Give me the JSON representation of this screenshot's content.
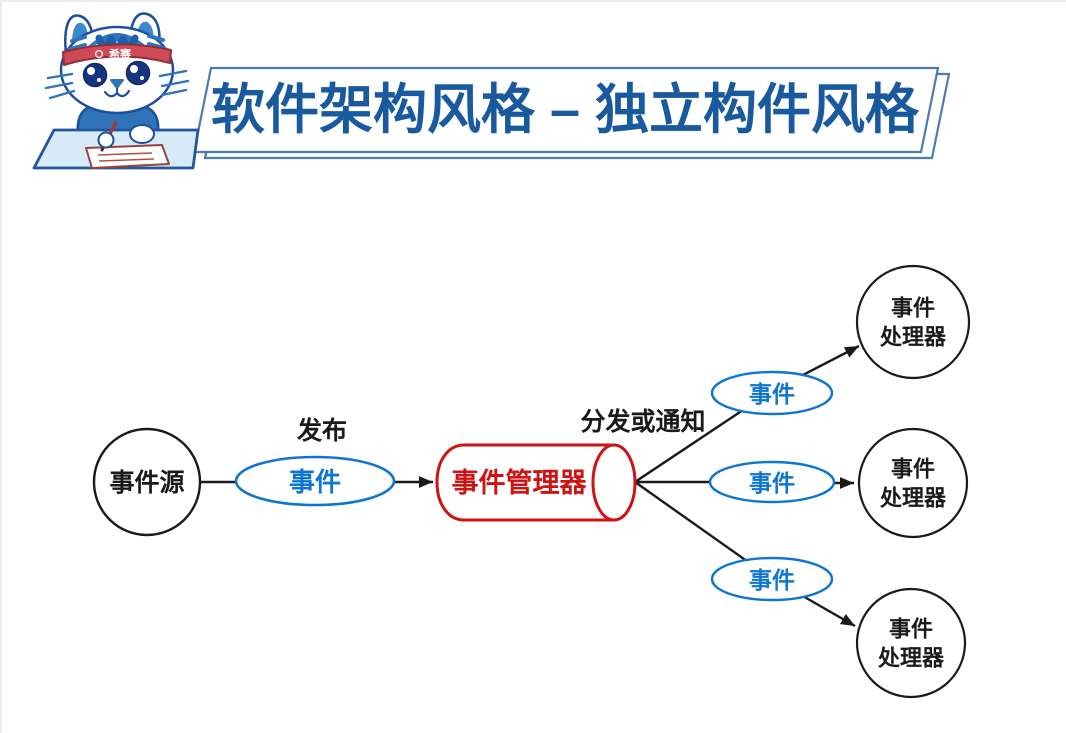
{
  "header": {
    "title": "软件架构风格 – 独立构件风格",
    "mascot": {
      "name": "xisai-cat-mascot",
      "headband_text": "希赛"
    }
  },
  "diagram": {
    "source_label": "事件源",
    "publish_label": "发布",
    "dispatch_label": "分发或通知",
    "manager_label": "事件管理器",
    "event_labels": [
      "事件",
      "事件",
      "事件",
      "事件"
    ],
    "handler_labels": [
      {
        "line1": "事件",
        "line2": "处理器"
      },
      {
        "line1": "事件",
        "line2": "处理器"
      },
      {
        "line1": "事件",
        "line2": "处理器"
      }
    ]
  },
  "colors": {
    "title_blue": "#19599e",
    "plate_border_blue": "#4a7cb0",
    "event_blue": "#0e76d0",
    "manager_red": "#cf1212",
    "line_black": "#1a1a1a",
    "desk_fill": "#d7eaf8",
    "cat_outline_blue": "#1d4f9b",
    "cat_fill_blue": "#2f74bb",
    "headband_red": "#d04a55"
  }
}
